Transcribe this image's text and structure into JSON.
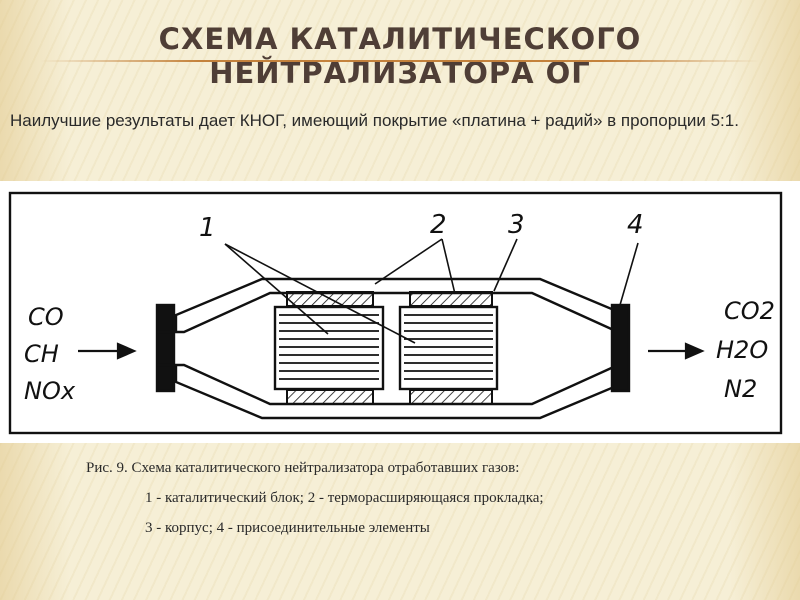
{
  "slide": {
    "title": "СХЕМА КАТАЛИТИЧЕСКОГО НЕЙТРАЛИЗАТОРА ОГ",
    "intro": "Наилучшие результаты дает КНОГ, имеющий покрытие «платина + радий» в пропорции 5:1.",
    "accent_color": "#c4823c",
    "background_color": "#f6efd6"
  },
  "diagram": {
    "inputs": [
      "CO",
      "CH",
      "NOx"
    ],
    "outputs": [
      "CO2",
      "H2O",
      "N2"
    ],
    "labels": [
      "1",
      "2",
      "3",
      "4"
    ],
    "line_color": "#111111"
  },
  "caption": {
    "line1": "Рис. 9. Схема каталитического нейтрализатора отработавших газов:",
    "line2": "1 - каталитический блок; 2 - терморасширяющаяся прокладка;",
    "line3": "3 - корпус; 4 - присоединительные элементы"
  }
}
